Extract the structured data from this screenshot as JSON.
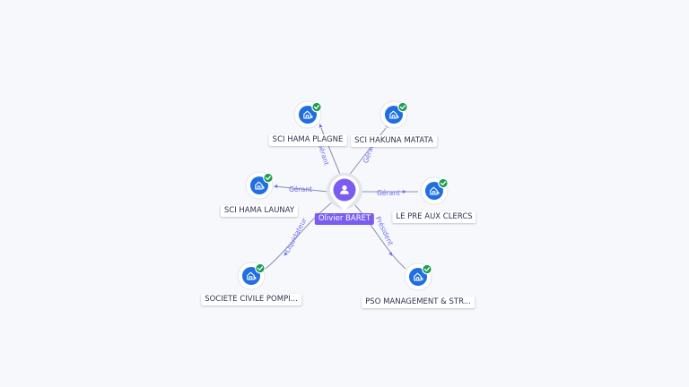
{
  "center": {
    "name": "Olivier BARET",
    "icon": "person-icon"
  },
  "companies": [
    {
      "id": "sci-hama-plagne",
      "name": "SCI HAMA PLAGNE",
      "relation": "Gérant",
      "verified": true
    },
    {
      "id": "sci-hakuna-matata",
      "name": "SCI HAKUNA MATATA",
      "relation": "Gérant",
      "verified": true
    },
    {
      "id": "sci-hama-launay",
      "name": "SCI HAMA LAUNAY",
      "relation": "Gérant",
      "verified": true
    },
    {
      "id": "le-pre-aux-clercs",
      "name": "LE PRE AUX CLERCS",
      "relation": "Gérant",
      "verified": true
    },
    {
      "id": "societe-civile-pompi",
      "name": "SOCIETE CIVILE POMPI...",
      "relation": "Liquidateur",
      "verified": true
    },
    {
      "id": "pso-management",
      "name": "PSO MANAGEMENT & STR...",
      "relation": "Président",
      "verified": true
    }
  ],
  "colors": {
    "accent": "#7b5cf0",
    "company": "#1f6fe0",
    "verified": "#1f9d55",
    "edge_label": "#6b6ff0"
  },
  "icons": {
    "company": "building-icon",
    "verified": "check-badge-icon"
  }
}
